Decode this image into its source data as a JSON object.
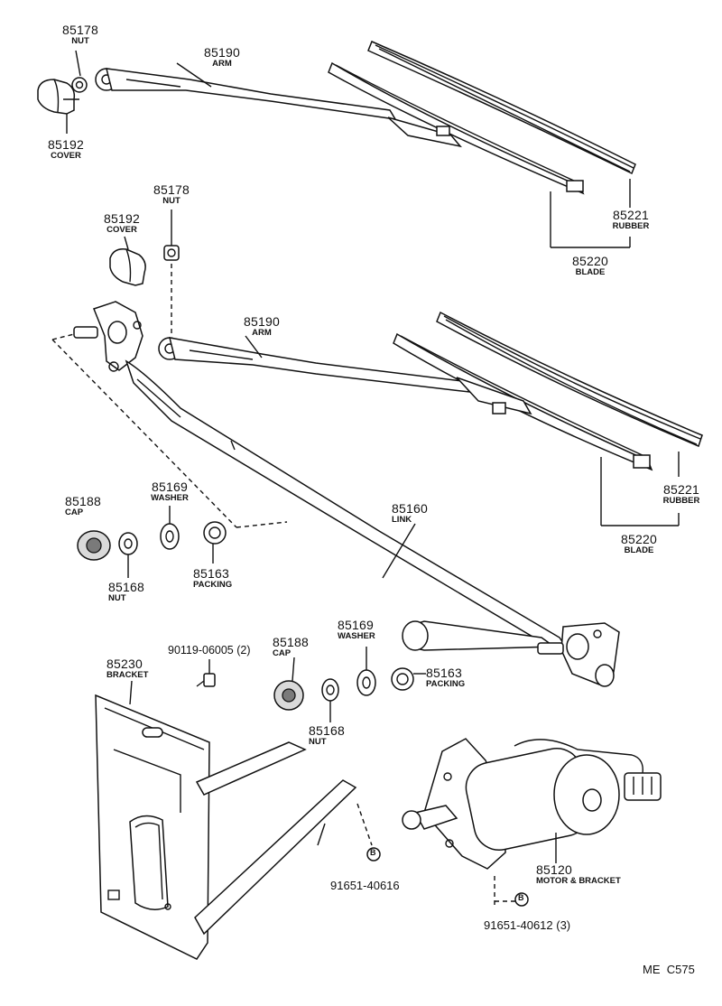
{
  "labels": {
    "nut_85178_top": {
      "number": "85178",
      "name": "NUT"
    },
    "arm_85190_top": {
      "number": "85190",
      "name": "ARM"
    },
    "cover_85192_top": {
      "number": "85192",
      "name": "COVER"
    },
    "rubber_85221_top": {
      "number": "85221",
      "name": "RUBBER"
    },
    "blade_85220_top": {
      "number": "85220",
      "name": "BLADE"
    },
    "nut_85178_mid": {
      "number": "85178",
      "name": "NUT"
    },
    "cover_85192_mid": {
      "number": "85192",
      "name": "COVER"
    },
    "arm_85190_mid": {
      "number": "85190",
      "name": "ARM"
    },
    "rubber_85221_mid": {
      "number": "85221",
      "name": "RUBBER"
    },
    "blade_85220_mid": {
      "number": "85220",
      "name": "BLADE"
    },
    "cap_85188_left": {
      "number": "85188",
      "name": "CAP"
    },
    "washer_85169_left": {
      "number": "85169",
      "name": "WASHER"
    },
    "nut_85168_left": {
      "number": "85168",
      "name": "NUT"
    },
    "packing_85163_left": {
      "number": "85163",
      "name": "PACKING"
    },
    "link_85160": {
      "number": "85160",
      "name": "LINK"
    },
    "bolt_90119": {
      "text": "90119-06005 (2)"
    },
    "cap_85188_right": {
      "number": "85188",
      "name": "CAP"
    },
    "washer_85169_right": {
      "number": "85169",
      "name": "WASHER"
    },
    "packing_85163_right": {
      "number": "85163",
      "name": "PACKING"
    },
    "nut_85168_right": {
      "number": "85168",
      "name": "NUT"
    },
    "bracket_85230": {
      "number": "85230",
      "name": "BRACKET"
    },
    "motor_85120": {
      "number": "85120",
      "name": "MOTOR & BRACKET"
    },
    "bolt_91651_40616": {
      "text": "91651-40616",
      "marker": "B"
    },
    "bolt_91651_40612": {
      "text": "91651-40612 (3)",
      "marker": "B"
    }
  },
  "figure_code": "ME  C575"
}
